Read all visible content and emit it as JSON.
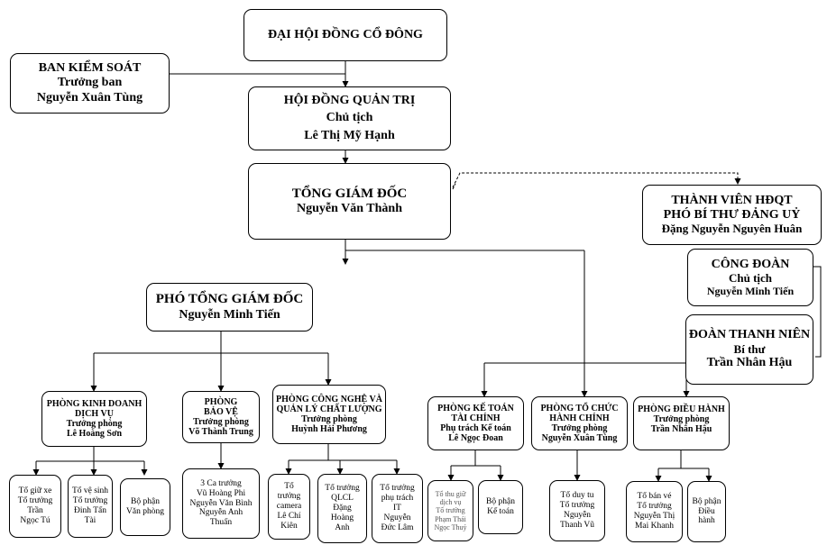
{
  "shareholders": {
    "title": "ĐẠI HỘI ĐỒNG CỔ ĐÔNG"
  },
  "supervisory": {
    "title": "BAN KIỂM SOÁT",
    "role": "Trưởng ban",
    "name": "Nguyễn Xuân Tùng"
  },
  "board": {
    "title": "HỘI ĐỒNG QUẢN TRỊ",
    "role": "Chủ tịch",
    "name": "Lê Thị Mỹ Hạnh"
  },
  "ceo": {
    "title": "TỔNG GIÁM ĐỐC",
    "name": "Nguyễn Văn Thành"
  },
  "board_member": {
    "line1": "THÀNH VIÊN HĐQT",
    "line2": "PHÓ BÍ THƯ ĐẢNG UỶ",
    "name": "Đặng Nguyễn Nguyên Huân"
  },
  "union": {
    "title": "CÔNG ĐOÀN",
    "role": "Chủ tịch",
    "name": "Nguyễn Minh Tiến"
  },
  "youth": {
    "title": "ĐOÀN THANH NIÊN",
    "role": "Bí thư",
    "name": "Trần Nhân Hậu"
  },
  "deputy_ceo": {
    "title": "PHÓ TỔNG GIÁM ĐỐC",
    "name": "Nguyễn Minh Tiến"
  },
  "departments": {
    "business": {
      "line1": "PHÒNG KINH DOANH",
      "line2": "DỊCH VỤ",
      "role": "Trưởng phòng",
      "name": "Lê Hoàng Sơn"
    },
    "security": {
      "line1": "PHÒNG",
      "line2": "BẢO VỆ",
      "role": "Trưởng phòng",
      "name": "Võ Thành Trung"
    },
    "technology": {
      "line1": "PHÒNG CÔNG NGHỆ VÀ",
      "line2": "QUẢN LÝ CHẤT LƯỢNG",
      "role": "Trưởng phòng",
      "name": "Huỳnh Hải Phương"
    },
    "accounting": {
      "line1": "PHÒNG KẾ TOÁN",
      "line2": "TÀI CHÍNH",
      "role": "Phụ trách Kế toán",
      "name": "Lê Ngọc Đoan"
    },
    "admin": {
      "line1": "PHÒNG TỔ CHỨC",
      "line2": "HÀNH CHÍNH",
      "role": "Trưởng phòng",
      "name": "Nguyễn Xuân Tùng"
    },
    "operations": {
      "line1": "PHÒNG ĐIỀU HÀNH",
      "role": "Trưởng phòng",
      "name": "Trần Nhân Hậu"
    }
  },
  "teams": {
    "parking": [
      "Tổ giữ xe",
      "Tổ trưởng",
      "Trần",
      "Ngọc Tú"
    ],
    "cleaning": [
      "Tổ vệ sinh",
      "Tổ trưởng",
      "Đinh Tấn",
      "Tài"
    ],
    "office": [
      "Bộ phận",
      "Văn phòng"
    ],
    "guards": [
      "3 Ca trưởng",
      "Vũ Hoàng Phi",
      "Nguyễn Văn Bình",
      "Nguyễn Anh",
      "Thuấn"
    ],
    "camera": [
      "Tổ",
      "trưởng",
      "camera",
      "Lê Chí",
      "Kiên"
    ],
    "qc": [
      "Tổ trưởng",
      "QLCL",
      "Đặng",
      "Hoàng",
      "Anh"
    ],
    "it": [
      "Tổ trưởng",
      "phụ trách",
      "IT",
      "Nguyễn",
      "Đức Lâm"
    ],
    "fee_service": [
      "Tổ thu giữ",
      "dịch vụ",
      "Tổ trưởng",
      "Phạm Thái",
      "Ngọc Thuỷ"
    ],
    "accountant": [
      "Bộ phận",
      "Kế toán"
    ],
    "documents": [
      "Tổ duy tu",
      "Tổ trưởng",
      "Nguyễn",
      "Thanh Vũ"
    ],
    "ticketing": [
      "Tổ bán vé",
      "Tổ trưởng",
      "Nguyễn Thị",
      "Mai Khanh"
    ],
    "dispatch": [
      "Bộ phận",
      "Điều",
      "hành"
    ]
  }
}
